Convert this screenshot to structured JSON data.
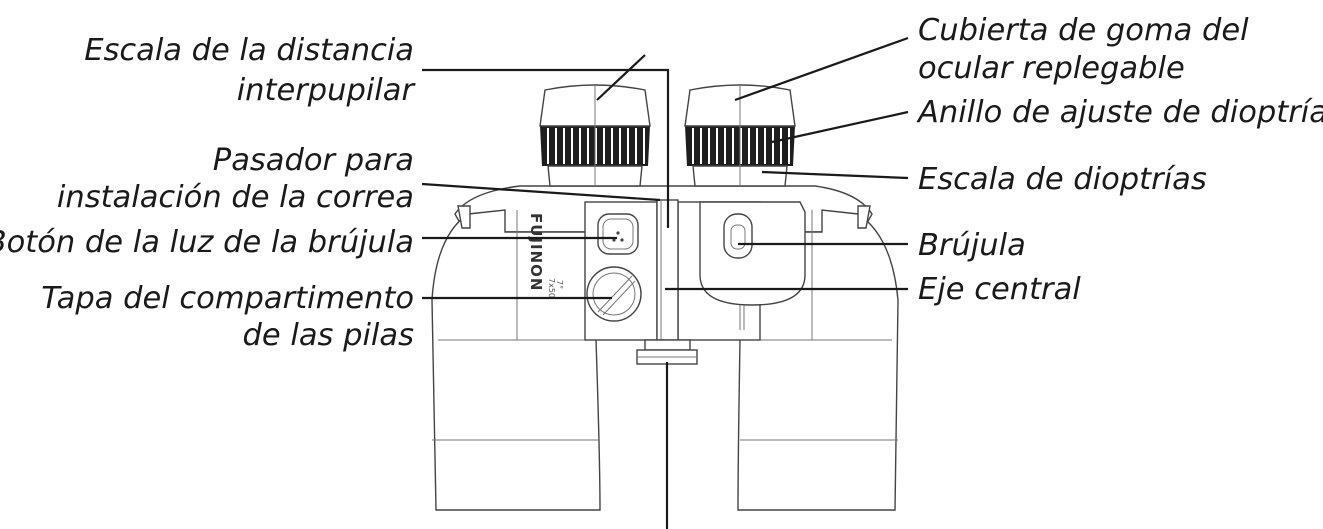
{
  "labels": {
    "ipd_scale_1": "Escala de la distancia",
    "ipd_scale_2": "interpupilar",
    "strap_pin_1": "Pasador para",
    "strap_pin_2": "instalación de la correa",
    "compass_light_button": "Botón de la luz de la brújula",
    "battery_cover_1": "Tapa del compartimento",
    "battery_cover_2": "de las pilas",
    "eyecup_1": "Cubierta de goma del",
    "eyecup_2": "ocular replegable",
    "diopter_ring": "Anillo de ajuste de dioptrías",
    "diopter_scale": "Escala de dioptrías",
    "compass": "Brújula",
    "center_axis": "Eje central"
  },
  "device": {
    "brand": "FUJINON",
    "model_1": "7x50",
    "model_2": "7°"
  }
}
